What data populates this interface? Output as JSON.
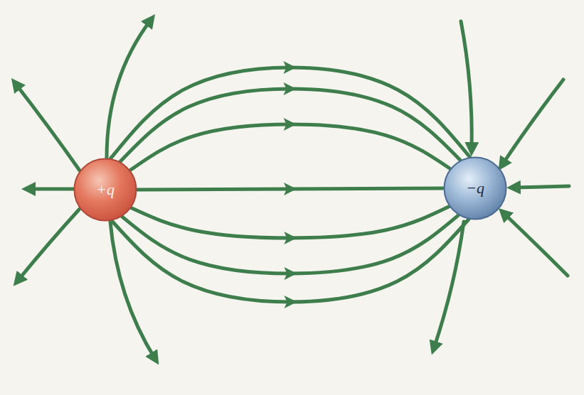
{
  "diagram": {
    "nodes": [
      {
        "text": [
          "+q"
        ]
      },
      {
        "text": [
          "−q"
        ]
      }
    ],
    "edges": [
      {
        "from": 0,
        "to": 1,
        "arrow": "to"
      },
      {
        "from": 0,
        "to": 1,
        "arrow": "to"
      },
      {
        "from": 0,
        "to": 1,
        "arrow": "to"
      },
      {
        "from": 0,
        "to": 1,
        "arrow": "to"
      },
      {
        "from": 0,
        "to": 1,
        "arrow": "to"
      },
      {
        "from": 0,
        "to": 1,
        "arrow": "to"
      },
      {
        "from": 0,
        "to": 1,
        "arrow": "to"
      }
    ]
  }
}
